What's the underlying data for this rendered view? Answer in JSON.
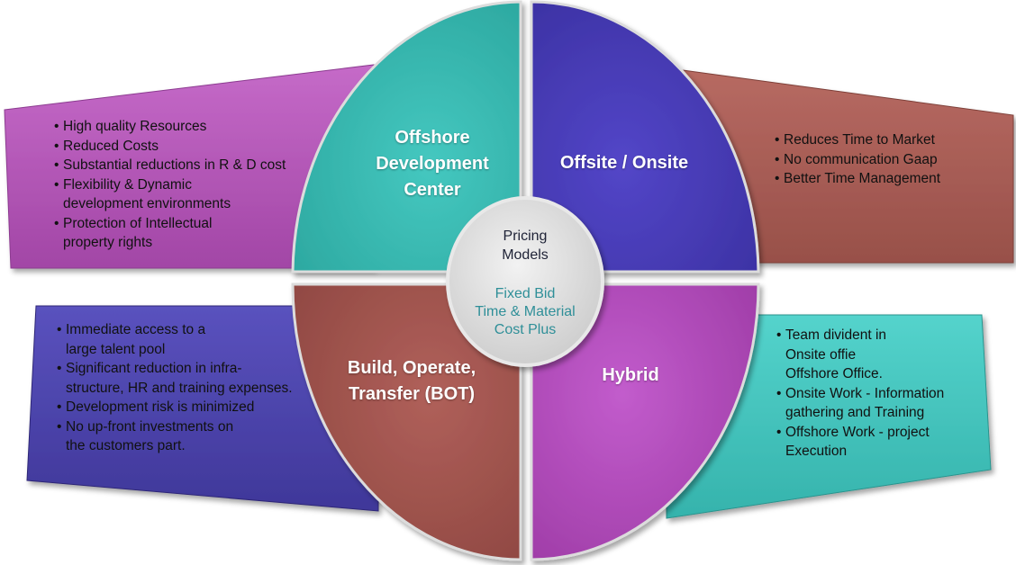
{
  "center": {
    "title_lines": [
      "Pricing",
      "Models"
    ],
    "models": [
      "Fixed Bid",
      "Time & Material",
      "Cost Plus"
    ]
  },
  "quadrants": {
    "top_left": {
      "title_lines": [
        "Offshore",
        "Development",
        "Center"
      ],
      "color": "#3fc4bc",
      "panel_color": "#b757b9",
      "bullets": [
        [
          "High quality Resources"
        ],
        [
          "Reduced Costs"
        ],
        [
          "Substantial reductions in R & D cost"
        ],
        [
          "Flexibility & Dynamic",
          "development environments"
        ],
        [
          "Protection of Intellectual",
          "property rights"
        ]
      ]
    },
    "top_right": {
      "title_lines": [
        "Offsite / Onsite"
      ],
      "color": "#4a3fb8",
      "panel_color": "#a75c55",
      "bullets": [
        [
          "Reduces Time to Market"
        ],
        [
          "No communication Gaap"
        ],
        [
          "Better Time Management"
        ]
      ]
    },
    "bottom_left": {
      "title_lines": [
        "Build, Operate,",
        "Transfer (BOT)"
      ],
      "color": "#a6564f",
      "panel_color": "#4c44ad",
      "bullets": [
        [
          "Immediate access to a",
          "large talent pool"
        ],
        [
          "Significant reduction in infra-",
          "structure, HR and training expenses."
        ],
        [
          "Development risk is minimized"
        ],
        [
          "No up-front investments on",
          "the customers part."
        ]
      ]
    },
    "bottom_right": {
      "title_lines": [
        "Hybrid"
      ],
      "color": "#b64bc0",
      "panel_color": "#44c7c0",
      "bullets": [
        [
          "Team divident in",
          "Onsite offie",
          "Offshore Office."
        ],
        [
          "Onsite Work - Information",
          "gathering and Training"
        ],
        [
          "Offshore Work - project",
          "Execution"
        ]
      ]
    }
  }
}
